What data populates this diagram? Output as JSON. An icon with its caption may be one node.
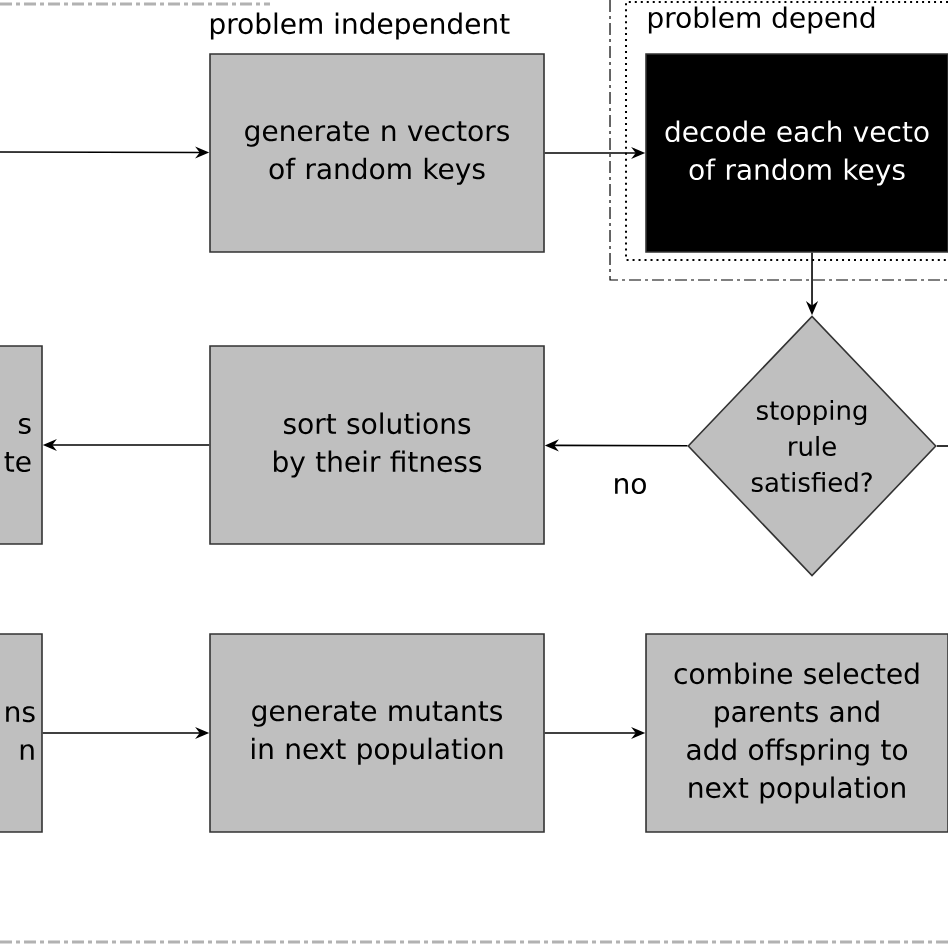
{
  "diagram": {
    "nodes": [
      {
        "text": [
          "generate n vectors of random keys"
        ]
      },
      {
        "text": [
          "problem depend"
        ]
      },
      {
        "text": [
          "decode each vecto of random keys"
        ],
        "in": 1
      },
      {
        "text": [
          "stopping rule satisfied?"
        ]
      },
      {
        "text": [
          "sort solutions by their fitness"
        ]
      },
      {
        "text": [
          "s te"
        ]
      },
      {
        "text": [
          "ns n"
        ]
      },
      {
        "text": [
          "generate mutants in next population"
        ]
      },
      {
        "text": [
          "combine selected parents and add offspring to next population"
        ]
      }
    ],
    "edges": [
      {
        "from": null,
        "to": 0,
        "arrow": "to"
      },
      {
        "from": 0,
        "to": 2,
        "arrow": "to"
      },
      {
        "from": 2,
        "to": 3,
        "arrow": "to"
      },
      {
        "from": 3,
        "to": 4,
        "arrow": "to",
        "label": "no"
      },
      {
        "from": 4,
        "to": 5,
        "arrow": "to"
      },
      {
        "from": 6,
        "to": 7,
        "arrow": "to"
      },
      {
        "from": 7,
        "to": 8,
        "arrow": "to"
      },
      {
        "from": 3,
        "to": null,
        "arrow": "none"
      }
    ],
    "labels": [
      "problem independent"
    ]
  }
}
